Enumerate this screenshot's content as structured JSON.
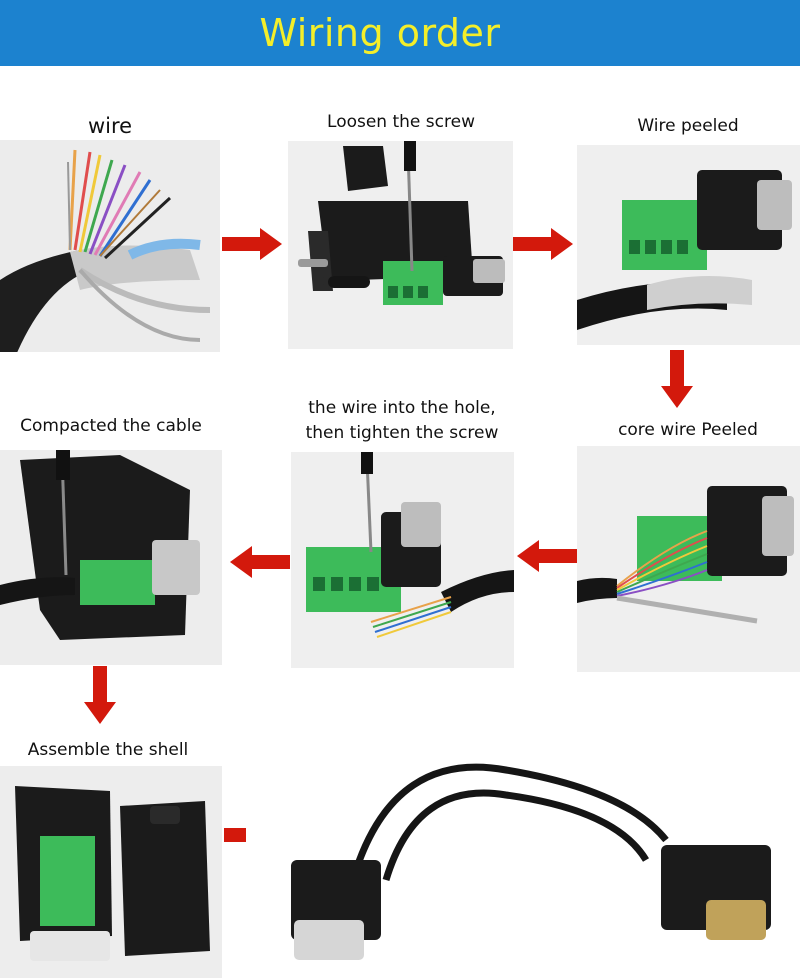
{
  "banner": {
    "title": "Wiring order"
  },
  "steps": {
    "wire": "wire",
    "loosen": "Loosen the screw",
    "peeled": "Wire peeled",
    "core": "core wire Peeled",
    "insert_line1": "the wire into the hole,",
    "insert_line2": "then tighten the screw",
    "compact": "Compacted the cable",
    "assemble": "Assemble the shell"
  },
  "colors": {
    "banner": "#1c82cf",
    "title": "#f4ee2a",
    "arrow": "#d3190c",
    "terminal": "#3dbb5a",
    "shell": "#1b1b1b"
  },
  "icons": [
    "right-arrow-icon",
    "down-arrow-icon",
    "left-arrow-icon"
  ]
}
